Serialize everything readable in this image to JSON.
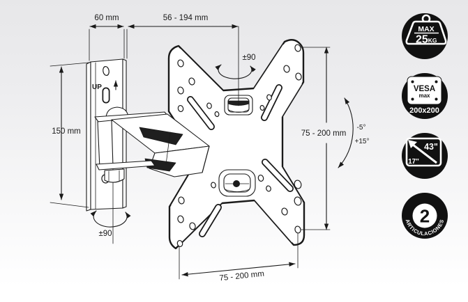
{
  "colors": {
    "line": "#1a1a1a",
    "badge_background": "#111111",
    "background_top": "#e7e7e9",
    "background_bottom": "#ffffff"
  },
  "dims": {
    "wall_width": "60 mm",
    "extension": "56 - 194 mm",
    "wall_height": "150 mm",
    "vesa_vertical": "75 - 200 mm",
    "vesa_horizontal": "75 - 200 mm",
    "swivel_top": "±90",
    "swivel_bottom": "±90",
    "tilt_up": "-5°",
    "tilt_down": "+15°"
  },
  "plate": {
    "up_marking": "UP"
  },
  "badges": {
    "max_weight": {
      "title": "MAX",
      "value": "25",
      "unit": "KG"
    },
    "vesa": {
      "title": "VESA",
      "subtitle": "max",
      "size": "200x200"
    },
    "screen": {
      "max_size": "43\"",
      "min_size": "17\""
    },
    "articulations": {
      "count": "2",
      "label": "ARTICULACIONES"
    }
  }
}
